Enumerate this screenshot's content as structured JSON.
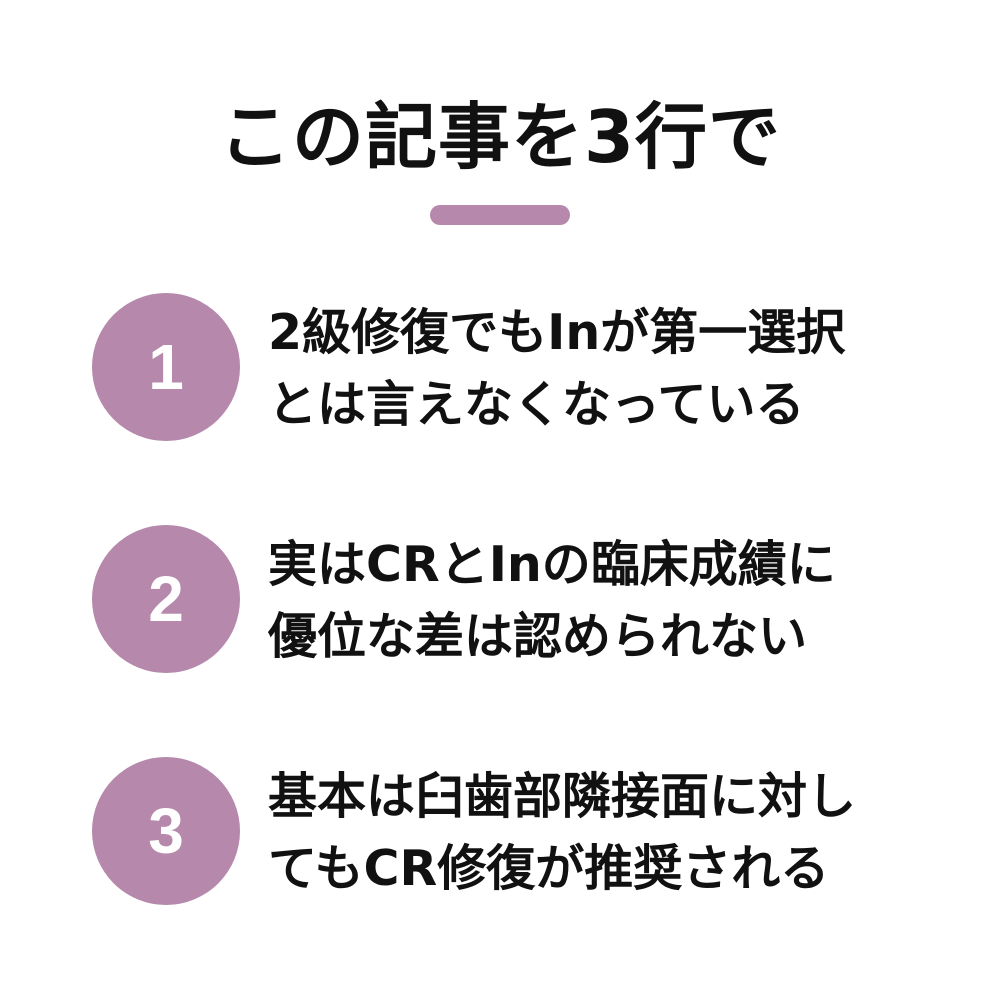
{
  "title": "この記事を3行で",
  "accent_color": "#b688ab",
  "items": [
    {
      "number": "1",
      "line1": "2級修復でもInが第一選択",
      "line2": "とは言えなくなっている"
    },
    {
      "number": "2",
      "line1": "実はCRとInの臨床成績に",
      "line2": "優位な差は認められない"
    },
    {
      "number": "3",
      "line1": "基本は臼歯部隣接面に対し",
      "line2": "てもCR修復が推奨される"
    }
  ]
}
